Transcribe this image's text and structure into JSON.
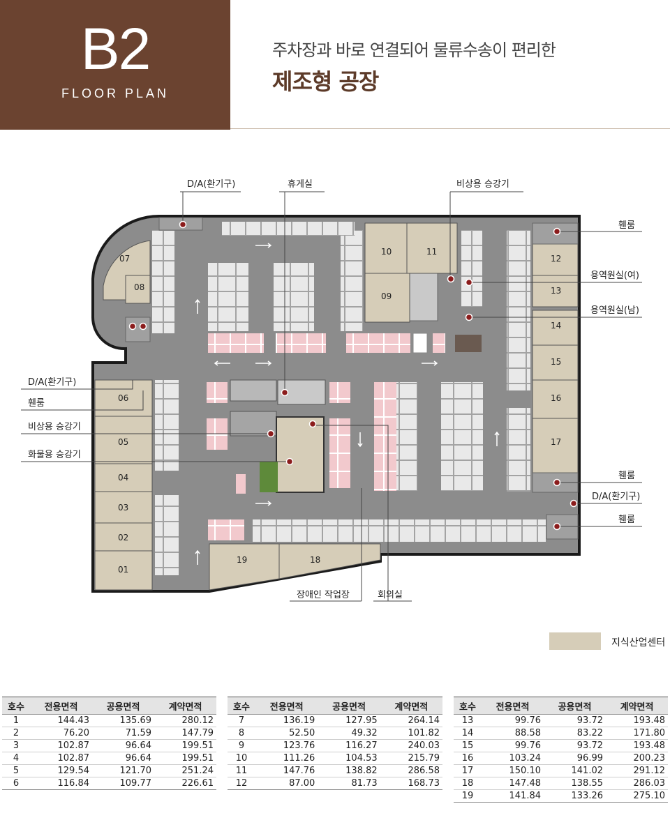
{
  "header": {
    "floor_code": "B2",
    "floor_sub": "FLOOR PLAN",
    "subtitle": "주차장과 바로 연결되어 물류수송이 편리한",
    "title": "제조형 공장"
  },
  "colors": {
    "header_bg": "#6b4330",
    "title_text": "#5c3a28",
    "unit_fill": "#d6cdb8",
    "parking_floor": "#8c8c8c",
    "accessible_space": "#f2c9cd",
    "marker": "#8b1c1c"
  },
  "callouts": {
    "da1": "D/A(환기구)",
    "rest": "휴게실",
    "emerg_top": "비상용 승강기",
    "fan1": "휀룸",
    "toilet_f": "용역원실(여)",
    "toilet_m": "용역원실(남)",
    "da_left": "D/A(환기구)",
    "fan_left": "휀룸",
    "emerg_left": "비상용 승강기",
    "freight": "화물용 승강기",
    "fan_r2": "휀룸",
    "da_right": "D/A(환기구)",
    "fan_r3": "휀룸",
    "disabled_ws": "장애인 작업장",
    "meeting": "회의실"
  },
  "unit_labels": [
    "01",
    "02",
    "03",
    "04",
    "05",
    "06",
    "07",
    "08",
    "09",
    "10",
    "11",
    "12",
    "13",
    "14",
    "15",
    "16",
    "17",
    "18",
    "19"
  ],
  "legend": {
    "label": "지식산업센터"
  },
  "table_headers": [
    "호수",
    "전용면적",
    "공용면적",
    "계약면적"
  ],
  "tables": [
    {
      "rows": [
        [
          "1",
          "144.43",
          "135.69",
          "280.12"
        ],
        [
          "2",
          "76.20",
          "71.59",
          "147.79"
        ],
        [
          "3",
          "102.87",
          "96.64",
          "199.51"
        ],
        [
          "4",
          "102.87",
          "96.64",
          "199.51"
        ],
        [
          "5",
          "129.54",
          "121.70",
          "251.24"
        ],
        [
          "6",
          "116.84",
          "109.77",
          "226.61"
        ]
      ]
    },
    {
      "rows": [
        [
          "7",
          "136.19",
          "127.95",
          "264.14"
        ],
        [
          "8",
          "52.50",
          "49.32",
          "101.82"
        ],
        [
          "9",
          "123.76",
          "116.27",
          "240.03"
        ],
        [
          "10",
          "111.26",
          "104.53",
          "215.79"
        ],
        [
          "11",
          "147.76",
          "138.82",
          "286.58"
        ],
        [
          "12",
          "87.00",
          "81.73",
          "168.73"
        ]
      ]
    },
    {
      "rows": [
        [
          "13",
          "99.76",
          "93.72",
          "193.48"
        ],
        [
          "14",
          "88.58",
          "83.22",
          "171.80"
        ],
        [
          "15",
          "99.76",
          "93.72",
          "193.48"
        ],
        [
          "16",
          "103.24",
          "96.99",
          "200.23"
        ],
        [
          "17",
          "150.10",
          "141.02",
          "291.12"
        ],
        [
          "18",
          "147.48",
          "138.55",
          "286.03"
        ],
        [
          "19",
          "141.84",
          "133.26",
          "275.10"
        ]
      ]
    }
  ]
}
